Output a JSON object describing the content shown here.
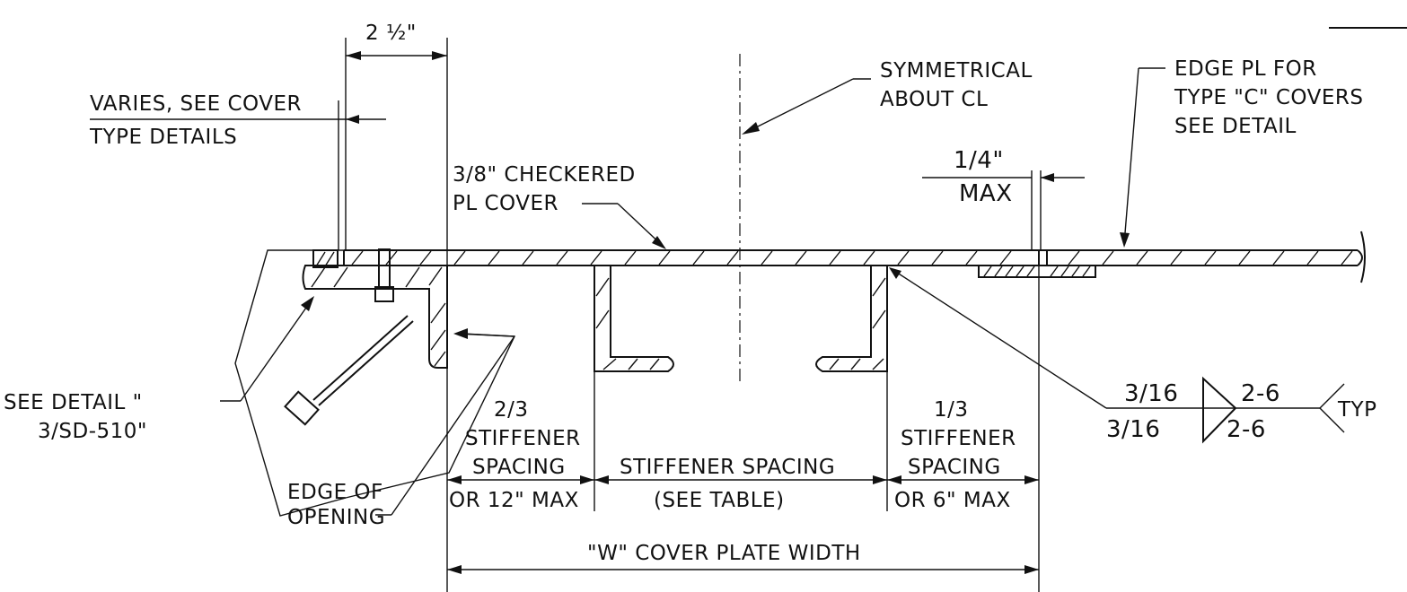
{
  "labels": {
    "dim_2_half": "2 ½\"",
    "varies_1": "VARIES, SEE COVER",
    "varies_2": "TYPE DETAILS",
    "symmetrical_1": "SYMMETRICAL",
    "symmetrical_2": "ABOUT CL",
    "edge_pl_1": "EDGE PL FOR",
    "edge_pl_2": "TYPE \"C\" COVERS",
    "edge_pl_3": "SEE DETAIL",
    "checkered_1": "3/8\" CHECKERED",
    "checkered_2": "PL COVER",
    "quarter_1": "1/4\"",
    "quarter_2": "MAX",
    "see_detail_1": "SEE DETAIL \"",
    "see_detail_2": "3/SD-510\"",
    "edge_opening_1": "EDGE OF",
    "edge_opening_2": "OPENING",
    "two_thirds_1": "2/3",
    "two_thirds_2": "STIFFENER",
    "two_thirds_3": "SPACING",
    "two_thirds_4": "OR 12\" MAX",
    "stiff_spacing_1": "STIFFENER SPACING",
    "stiff_spacing_2": "(SEE TABLE)",
    "one_third_1": "1/3",
    "one_third_2": "STIFFENER",
    "one_third_3": "SPACING",
    "one_third_4": "OR 6\" MAX",
    "cover_width": "\"W\" COVER PLATE WIDTH",
    "weld_top_size": "3/16",
    "weld_bottom_size": "3/16",
    "weld_top_len": "2-6",
    "weld_bottom_len": "2-6",
    "weld_typ": "TYP"
  },
  "colors": {
    "line": "#111111",
    "background": "#ffffff"
  }
}
